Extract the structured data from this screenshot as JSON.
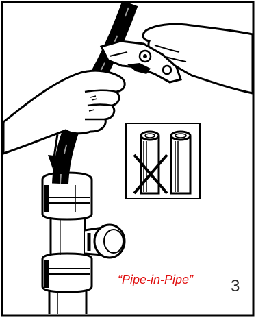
{
  "caption": {
    "text": "“Pipe-in-Pipe”",
    "color": "#e01010"
  },
  "step_number": "3",
  "inset": {
    "wrong_symbol": "cross-mark",
    "description_icons": [
      "pipe-with-cut-icon",
      "pipe-clean-icon"
    ]
  },
  "colors": {
    "ink": "#000000",
    "paper": "#ffffff"
  }
}
